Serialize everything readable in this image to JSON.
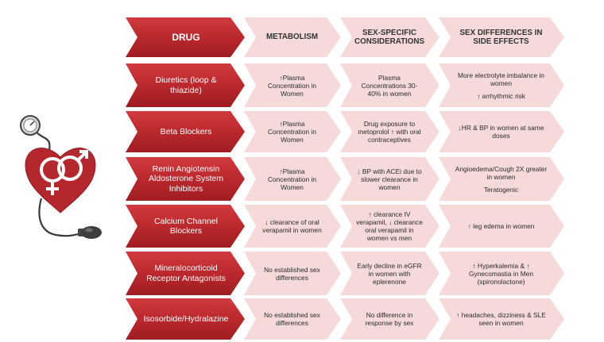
{
  "header": {
    "drug": "DRUG",
    "metabolism": "METABOLISM",
    "sex_specific": "SEX-SPECIFIC CONSIDERATIONS",
    "side_effects": "SEX DIFFERENCES IN SIDE EFFECTS"
  },
  "rows": [
    {
      "drug": "Diuretics (loop & thiazide)",
      "metabolism": "↑Plasma Concentration in Women",
      "sex_specific": "Plasma Concentrations 30-40% in women",
      "side_effects_line1": "More electrolyte imbalance in women",
      "side_effects_line2": "↑ arrhythmic risk"
    },
    {
      "drug": "Beta Blockers",
      "metabolism": "↑Plasma Concentration in Women",
      "sex_specific": "Drug exposure to metoprolol ↑ with oral contraceptives",
      "side_effects_line1": "↓HR & BP in women at same doses",
      "side_effects_line2": ""
    },
    {
      "drug": "Renin Angiotensin Aldosterone System Inhibitors",
      "metabolism": "↑Plasma Concentration in Women",
      "sex_specific": "↓ BP with ACEi due to slower clearance in women",
      "side_effects_line1": "Angioedema/Cough 2X greater in women",
      "side_effects_line2": "Teratogenic"
    },
    {
      "drug": "Calcium Channel Blockers",
      "metabolism": "↓ clearance of oral verapamil in women",
      "sex_specific": "↑ clearance IV verapamil, ↓ clearance oral verapamil in women vs men",
      "side_effects_line1": "↑ leg edema in women",
      "side_effects_line2": ""
    },
    {
      "drug": "Mineralocorticoid Receptor Antagonists",
      "metabolism": "No established sex differences",
      "sex_specific": "Early decline in eGFR in women with eplerenone",
      "side_effects_line1": "↑ Hyperkalemia & ↑ Gynecomastia in Men (spironolactone)",
      "side_effects_line2": ""
    },
    {
      "drug": "Isosorbide/Hydralazine",
      "metabolism": "No established sex differences",
      "sex_specific": "No difference in response by sex",
      "side_effects_line1": "↑ headaches, dizziness & SLE seen in women",
      "side_effects_line2": ""
    }
  ],
  "colors": {
    "drug_arrow": "#b8272b",
    "info_arrow": "#f6dada",
    "heart": "#b3272d"
  },
  "icons": [
    "stethoscope-icon",
    "heart-icon",
    "venus-symbol-icon",
    "mars-symbol-icon",
    "bp-cuff-bulb-icon"
  ]
}
